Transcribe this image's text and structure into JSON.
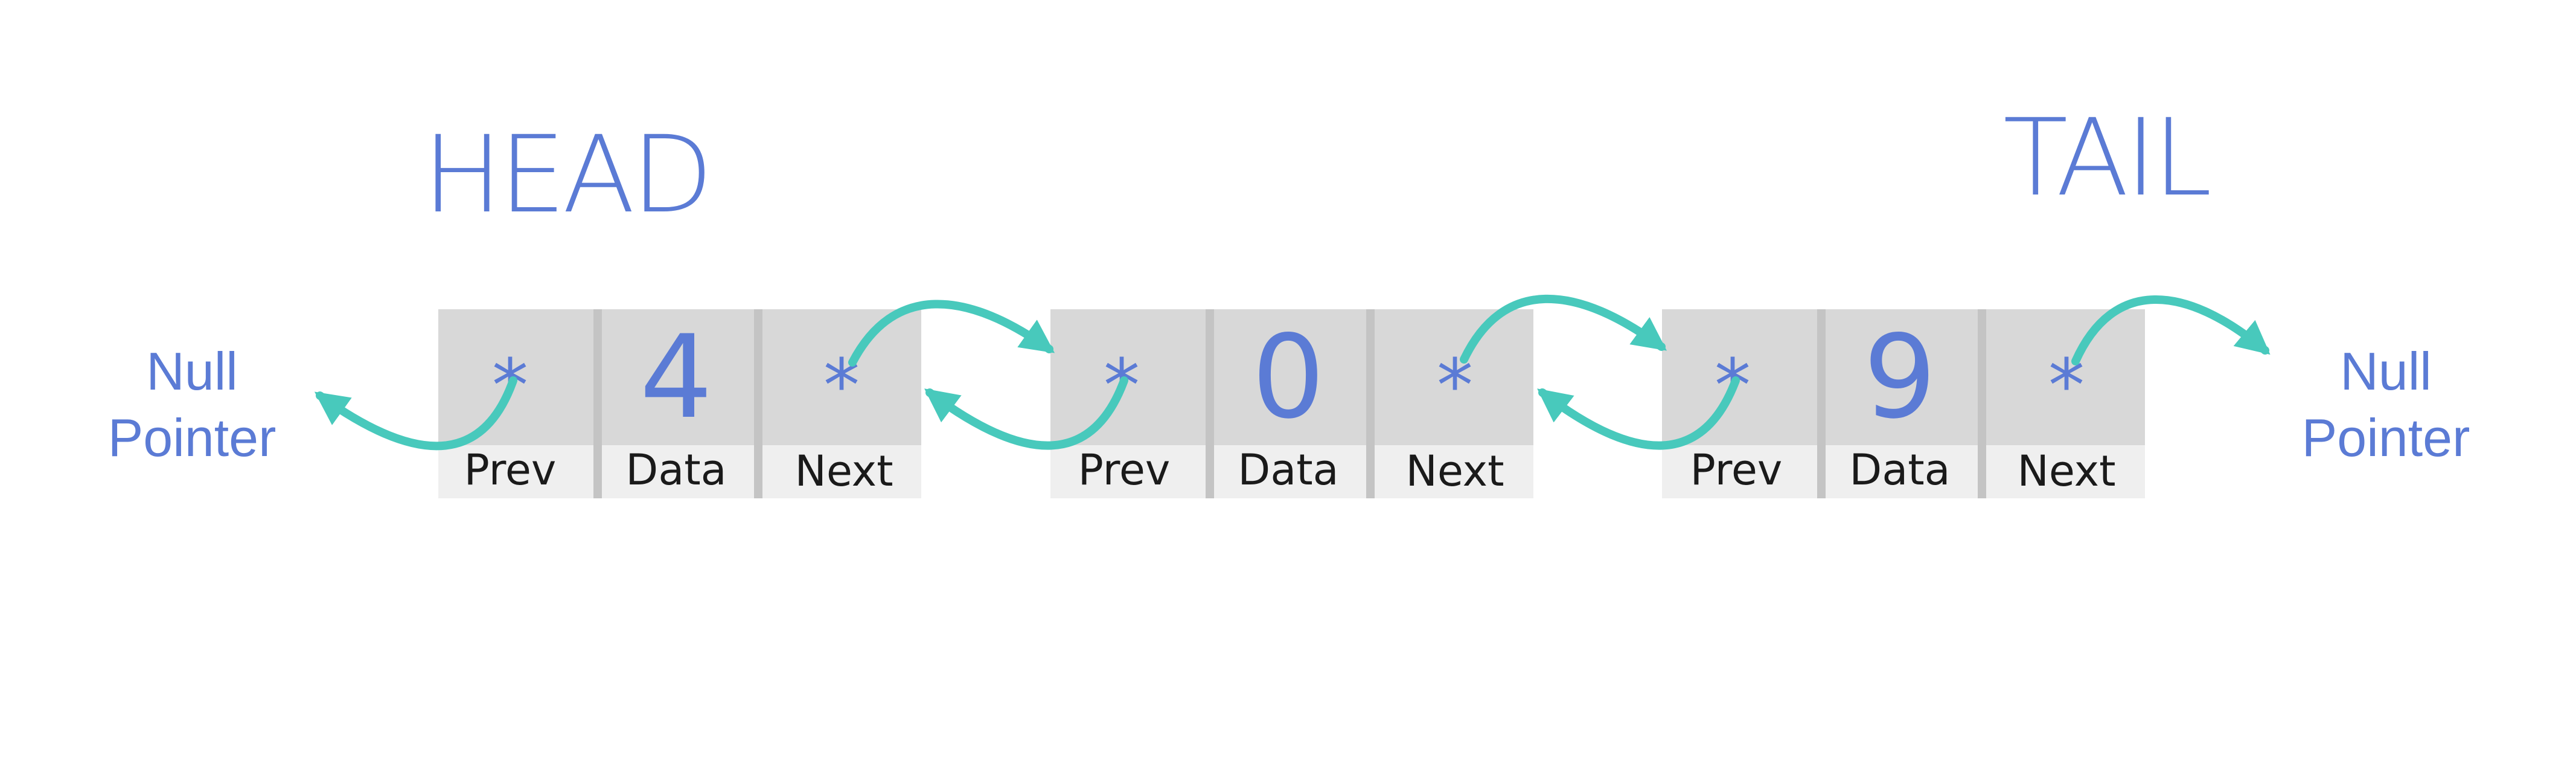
{
  "labels": {
    "head": "HEAD",
    "tail": "TAIL"
  },
  "null_left": {
    "line1": "Null",
    "line2": "Pointer"
  },
  "null_right": {
    "line1": "Null",
    "line2": "Pointer"
  },
  "nodes": [
    {
      "cells": [
        {
          "value": "*",
          "label": "Prev"
        },
        {
          "value": "4",
          "label": "Data"
        },
        {
          "value": "*",
          "label": "Next"
        }
      ]
    },
    {
      "cells": [
        {
          "value": "*",
          "label": "Prev"
        },
        {
          "value": "0",
          "label": "Data"
        },
        {
          "value": "*",
          "label": "Next"
        }
      ]
    },
    {
      "cells": [
        {
          "value": "*",
          "label": "Prev"
        },
        {
          "value": "9",
          "label": "Data"
        },
        {
          "value": "*",
          "label": "Next"
        }
      ]
    }
  ],
  "colors": {
    "text_blue": "#5b7bd5",
    "arrow_teal": "#48c9bc",
    "cell_top": "#d8d8d8",
    "cell_bottom": "#efefef"
  }
}
